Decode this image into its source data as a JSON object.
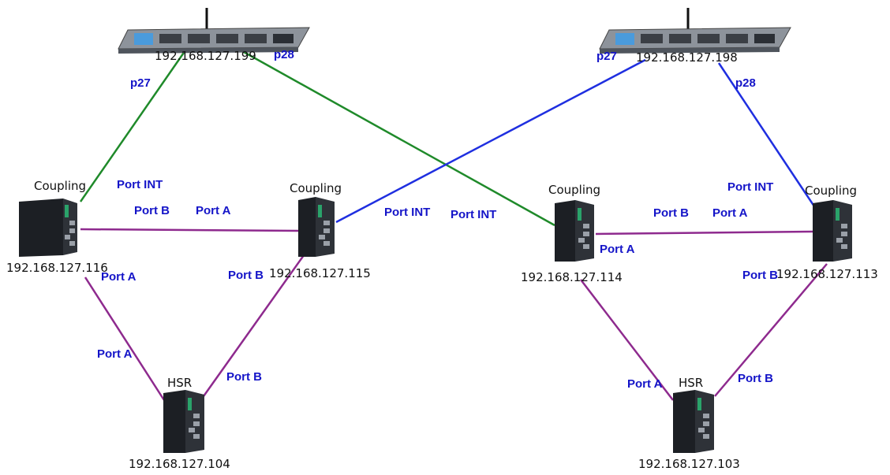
{
  "colors": {
    "green_link": "#1f8a2a",
    "blue_link": "#1f2fe0",
    "purple_link": "#8e2a8e",
    "port_label": "#1414c8",
    "device_body": "#1c1f24",
    "device_accent": "#2aa36a",
    "switch_body": "#6f7680",
    "switch_display": "#4a9bdc"
  },
  "devices": {
    "switch_left": {
      "ip": "192.168.127.199",
      "icon": "rack-switch-icon"
    },
    "switch_right": {
      "ip": "192.168.127.198",
      "icon": "rack-switch-icon"
    },
    "d116": {
      "role": "Coupling",
      "ip": "192.168.127.116",
      "icon": "din-rail-switch-icon"
    },
    "d115": {
      "role": "Coupling",
      "ip": "192.168.127.115",
      "icon": "din-rail-switch-icon"
    },
    "d114": {
      "role": "Coupling",
      "ip": "192.168.127.114",
      "icon": "din-rail-switch-icon"
    },
    "d113": {
      "role": "Coupling",
      "ip": "192.168.127.113",
      "icon": "din-rail-switch-icon"
    },
    "d104": {
      "role": "HSR",
      "ip": "192.168.127.104",
      "icon": "din-rail-switch-icon"
    },
    "d103": {
      "role": "HSR",
      "ip": "192.168.127.103",
      "icon": "din-rail-switch-icon"
    }
  },
  "ports": {
    "l_p27": "p27",
    "l_p28": "p28",
    "r_p27": "p27",
    "r_p28": "p28",
    "d116_int": "Port INT",
    "d116_b": "Port B",
    "d116_a": "Port A",
    "d115_a": "Port A",
    "d115_int": "Port INT",
    "d115_b": "Port B",
    "d114_int": "Port INT",
    "d114_a": "Port A",
    "d113_int": "Port INT",
    "d113_b": "Port B",
    "d113_a": "Port A",
    "d113_b2": "Port B",
    "d104_a": "Port A",
    "d104_b": "Port B",
    "d103_a": "Port A",
    "d103_b": "Port B"
  }
}
